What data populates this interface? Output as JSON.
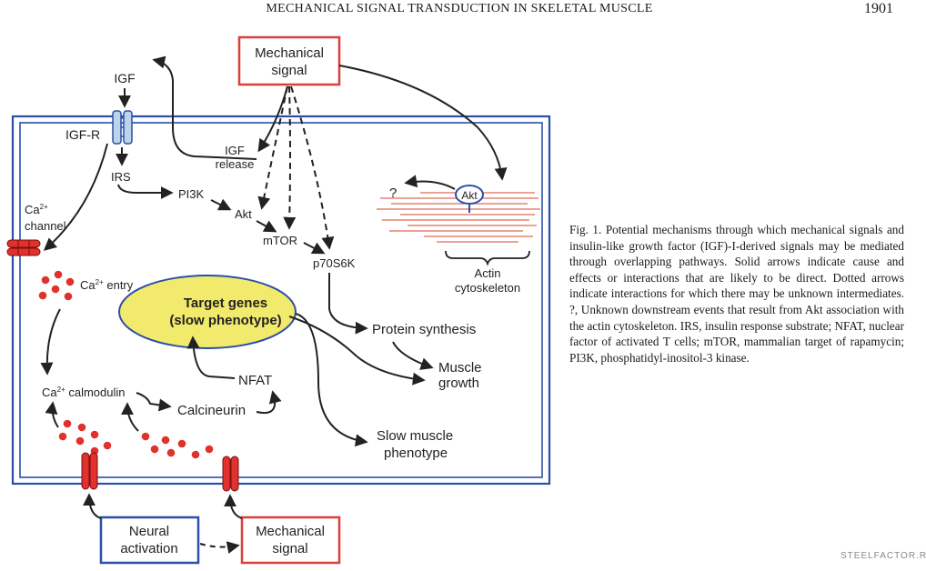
{
  "header": {
    "running_title": "MECHANICAL SIGNAL TRANSDUCTION IN SKELETAL MUSCLE",
    "page_number": "1901"
  },
  "figure": {
    "labels": {
      "mech_signal_top_1": "Mechanical",
      "mech_signal_top_2": "signal",
      "igf": "IGF",
      "igf_r": "IGF-R",
      "igf_release_1": "IGF",
      "igf_release_2": "release",
      "irs": "IRS",
      "pi3k": "PI3K",
      "akt": "Akt",
      "mtor": "mTOR",
      "p70s6k": "p70S6K",
      "akt_cyto": "Akt",
      "question": "?",
      "actin_1": "Actin",
      "actin_2": "cytoskeleton",
      "ca_channel_base": "Ca",
      "ca_channel_sup": "2+",
      "ca_channel_word": "channel",
      "ca_entry_base": "Ca",
      "ca_entry_sup": "2+",
      "ca_entry_word": " entry",
      "target_genes_1": "Target genes",
      "target_genes_2": "(slow phenotype)",
      "protein_synthesis": "Protein synthesis",
      "muscle_growth_1": "Muscle",
      "muscle_growth_2": "growth",
      "nfat": "NFAT",
      "ca_calmodulin_base": "Ca",
      "ca_calmodulin_sup": "2+",
      "ca_calmodulin_word": " calmodulin",
      "calcineurin": "Calcineurin",
      "slow_muscle_1": "Slow muscle",
      "slow_muscle_2": "phenotype",
      "neural_1": "Neural",
      "neural_2": "activation",
      "mech_signal_bottom_1": "Mechanical",
      "mech_signal_bottom_2": "signal"
    },
    "colors": {
      "cell_border": "#2b4fa8",
      "box_red": "#d9403a",
      "box_blue": "#2b4fa8",
      "nucleus_fill": "#f2ea6c",
      "channel_red": "#e0312c",
      "actin_lines": "#e06a55",
      "receptor_fill": "#bcd3ea"
    }
  },
  "caption": {
    "text": "Fig. 1. Potential mechanisms through which mechanical signals and insulin-like growth factor (IGF)-I-derived signals may be mediated through overlapping pathways. Solid arrows indicate cause and effects or interactions that are likely to be direct. Dotted arrows indicate interactions for which there may be unknown intermediates. ?, Unknown downstream events that result from Akt association with the actin cytoskeleton. IRS, insulin response substrate; NFAT, nuclear factor of activated T cells; mTOR, mammalian target of rapamycin; PI3K, phosphatidyl-inositol-3 kinase."
  },
  "watermark": "STEELFACTOR.RU"
}
